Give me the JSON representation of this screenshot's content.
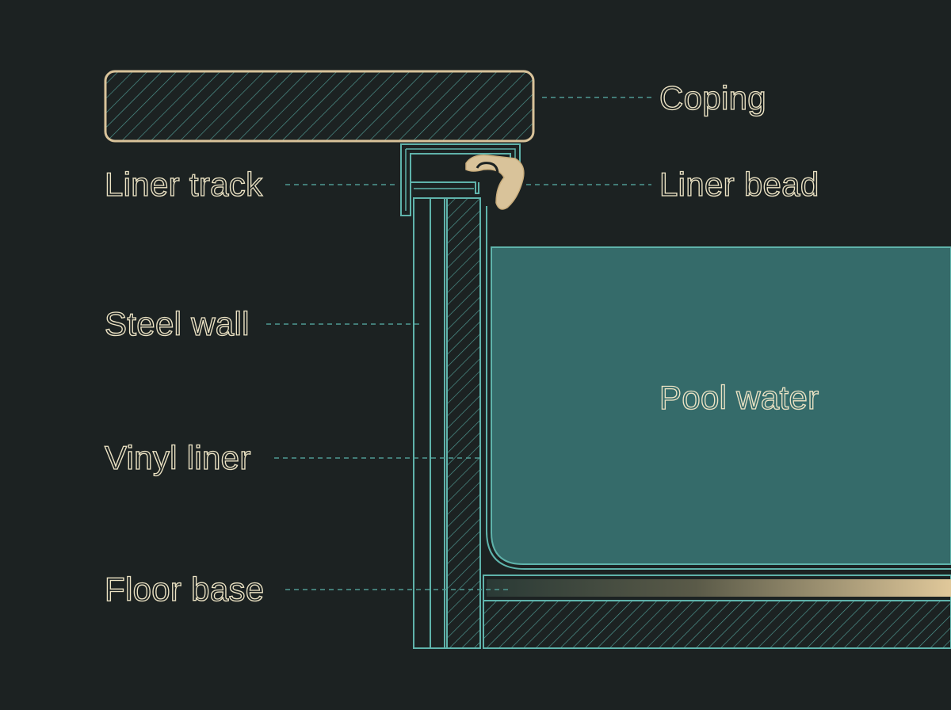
{
  "labels": {
    "coping": "Coping",
    "liner_track": "Liner track",
    "liner_bead": "Liner bead",
    "steel_wall": "Steel wall",
    "pool_water": "Pool water",
    "vinyl_liner": "Vinyl liner",
    "floor_base": "Floor base"
  },
  "colors": {
    "background": "#1c2222",
    "structure_outline": "#5fb3ab",
    "coping_outline": "#d9c39a",
    "water_fill": "#356b6a",
    "label_text": "#ece3c4",
    "leader_line": "#4f9a93",
    "gradient_start": "#2a3a36",
    "gradient_end": "#e0c89a"
  }
}
